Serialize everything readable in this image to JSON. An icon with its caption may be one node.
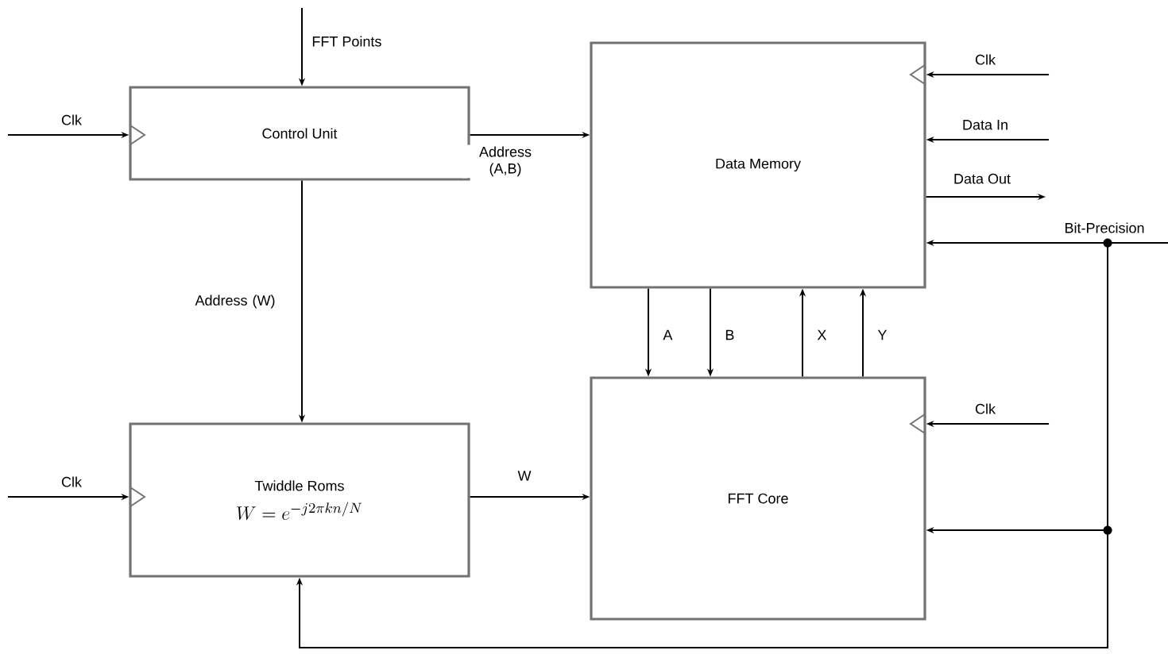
{
  "diagram": {
    "nodes": [
      {
        "text": [
          "Control Unit"
        ]
      },
      {
        "text": [
          "Data Memory"
        ]
      },
      {
        "text": [
          "Twiddle Roms",
          "W = e^{-j2\\pi kn/N}"
        ]
      },
      {
        "text": [
          "FFT Core"
        ]
      }
    ],
    "edges": [
      {
        "from": null,
        "to": 0,
        "arrow": "to",
        "label": "FFT Points"
      },
      {
        "from": null,
        "to": 0,
        "arrow": "to",
        "label": "Clk"
      },
      {
        "from": 0,
        "to": 1,
        "arrow": "to",
        "label": "Address (A,B)"
      },
      {
        "from": 0,
        "to": 2,
        "arrow": "to",
        "label": "Address (W)"
      },
      {
        "from": null,
        "to": 1,
        "arrow": "to",
        "label": "Clk"
      },
      {
        "from": null,
        "to": 1,
        "arrow": "to",
        "label": "Data In"
      },
      {
        "from": 1,
        "to": null,
        "arrow": "to",
        "label": "Data Out"
      },
      {
        "from": null,
        "to": 1,
        "arrow": "to",
        "label": "Bit-Precision"
      },
      {
        "from": 1,
        "to": 3,
        "arrow": "to",
        "label": "A"
      },
      {
        "from": 1,
        "to": 3,
        "arrow": "to",
        "label": "B"
      },
      {
        "from": 3,
        "to": 1,
        "arrow": "to",
        "label": "X"
      },
      {
        "from": 3,
        "to": 1,
        "arrow": "to",
        "label": "Y"
      },
      {
        "from": null,
        "to": 3,
        "arrow": "to",
        "label": "Clk"
      },
      {
        "from": null,
        "to": 3,
        "arrow": "to"
      },
      {
        "from": null,
        "to": 2,
        "arrow": "to",
        "label": "Clk"
      },
      {
        "from": 2,
        "to": 3,
        "arrow": "to",
        "label": "W"
      },
      {
        "from": null,
        "to": 2,
        "arrow": "to"
      }
    ]
  }
}
